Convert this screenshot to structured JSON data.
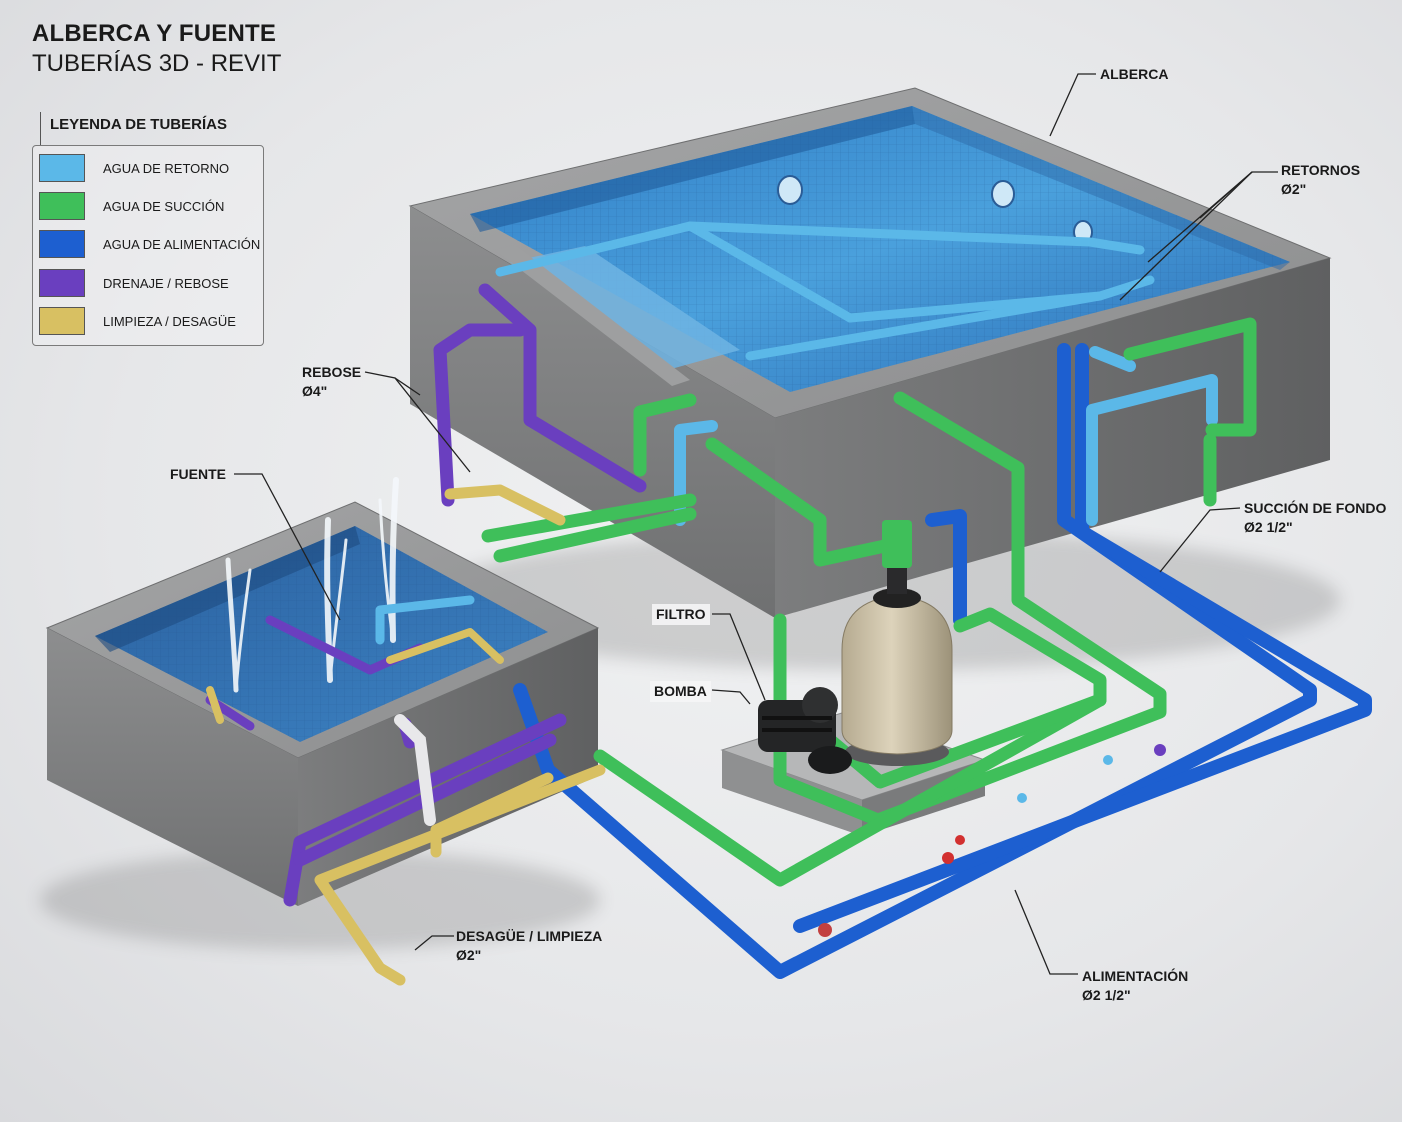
{
  "header": {
    "title": "ALBERCA Y FUENTE",
    "subtitle": "TUBERÍAS 3D - REVIT"
  },
  "legend": {
    "heading": "LEYENDA DE TUBERÍAS",
    "items": [
      {
        "label": "AGUA DE RETORNO",
        "color": "#5bb8e8"
      },
      {
        "label": "AGUA DE SUCCIÓN",
        "color": "#3fbf5a"
      },
      {
        "label": "AGUA DE ALIMENTACIÓN",
        "color": "#1d5fd0"
      },
      {
        "label": "DRENAJE / REBOSE",
        "color": "#6a3fbf"
      },
      {
        "label": "LIMPIEZA / DESAGÜE",
        "color": "#d8c062"
      }
    ]
  },
  "callouts": {
    "alberca": {
      "line1": "ALBERCA"
    },
    "retornos": {
      "line1": "RETORNOS",
      "line2": "Ø2\""
    },
    "rebose": {
      "line1": "REBOSE",
      "line2": "Ø4\""
    },
    "fuente": {
      "line1": "FUENTE"
    },
    "succion_fondo": {
      "line1": "SUCCIÓN DE FONDO",
      "line2": "Ø2 1/2\""
    },
    "filtro": {
      "line1": "FILTRO"
    },
    "bomba": {
      "line1": "BOMBA"
    },
    "desague": {
      "line1": "DESAGÜE / LIMPIEZA",
      "line2": "Ø2\""
    },
    "alimentacion": {
      "line1": "ALIMENTACIÓN",
      "line2": "Ø2 1/2\""
    }
  },
  "colors": {
    "concrete": "#8a8b8c",
    "water": "#3a88d0",
    "retorno": "#5bb8e8",
    "succion": "#3fbf5a",
    "alimentacion": "#1d5fd0",
    "drenaje": "#6a3fbf",
    "limpieza": "#d8c062",
    "filter_tank": "#cfc3a8"
  }
}
